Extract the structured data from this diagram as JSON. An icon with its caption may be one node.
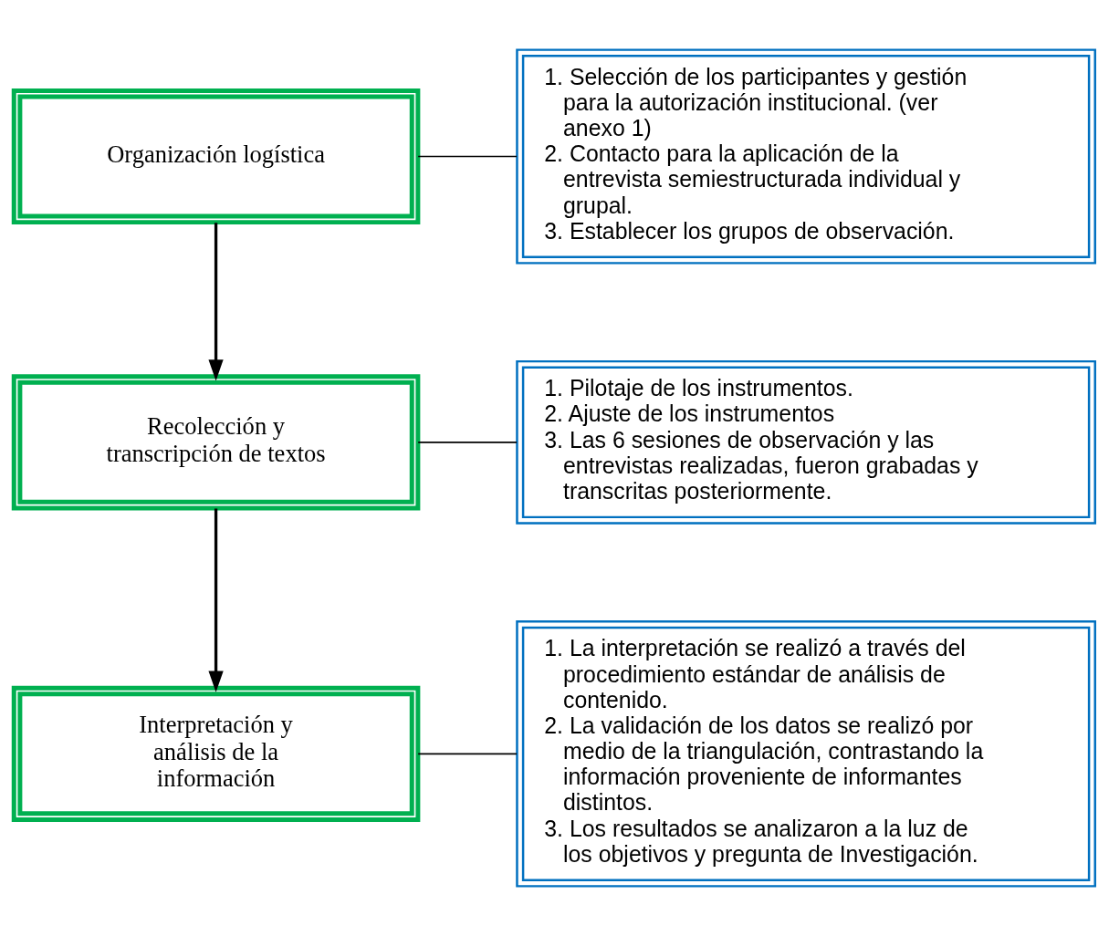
{
  "diagram": {
    "nodes": [
      {
        "text": [
          "Organización logística"
        ]
      },
      {
        "text": [
          "Recolección y transcripción de textos"
        ]
      },
      {
        "text": [
          "Interpretación y análisis de la información"
        ]
      },
      {
        "text": [
          "1. Selección de los participantes y gestión para la autorización institucional. (ver anexo 1)",
          "2. Contacto para la aplicación de la entrevista semiestructurada individual y grupal.",
          "3. Establecer los grupos de observación."
        ]
      },
      {
        "text": [
          "1. Pilotaje de los instrumentos.",
          "2. Ajuste de los instrumentos",
          "3. Las 6 sesiones de observación y las entrevistas realizadas, fueron grabadas y transcritas posteriormente."
        ]
      },
      {
        "text": [
          "1. La interpretación se realizó a través del procedimiento estándar de análisis de contenido.",
          "2. La validación de los datos se realizó por medio de la triangulación, contrastando la información proveniente de informantes distintos.",
          "3. Los resultados se analizaron a la luz de los objetivos y pregunta de Investigación."
        ]
      }
    ],
    "edges": [
      {
        "from": 0,
        "to": 1,
        "arrow": "to"
      },
      {
        "from": 1,
        "to": 2,
        "arrow": "to"
      },
      {
        "from": 0,
        "to": 3,
        "arrow": "none"
      },
      {
        "from": 1,
        "to": 4,
        "arrow": "none"
      },
      {
        "from": 2,
        "to": 5,
        "arrow": "none"
      }
    ]
  }
}
